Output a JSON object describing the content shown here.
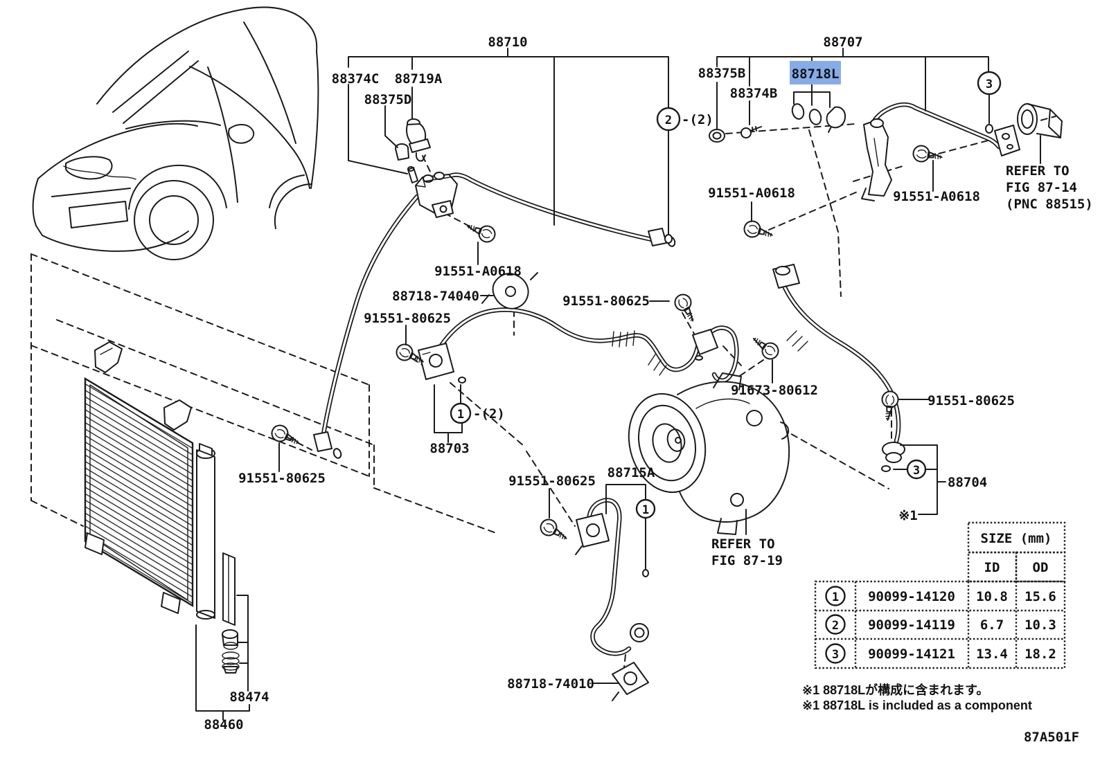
{
  "doc_code": "87A501F",
  "highlight": {
    "bg": "#85ace8",
    "fg": "#173572"
  },
  "notes": {
    "jp": "※1 88718Lが構成に含まれます。",
    "en": "※1 88718L is included as a component"
  },
  "labels": {
    "p88710": "88710",
    "p88374C": "88374C",
    "p88719A": "88719A",
    "p88375D": "88375D",
    "p88707": "88707",
    "p88375B": "88375B",
    "p88374B": "88374B",
    "p88718L": "88718L",
    "p91551_A0618": "91551-A0618",
    "p91551_80625": "91551-80625",
    "p88718_74040": "88718-74040",
    "p88703": "88703",
    "p88715A": "88715A",
    "p91673_80612": "91673-80612",
    "p88704": "88704",
    "p88718_74010": "88718-74010",
    "p88474": "88474",
    "p88460": "88460"
  },
  "callouts": {
    "c1": "1",
    "c2": "2",
    "c3": "3",
    "qty2": "-(2)",
    "star1": "※1"
  },
  "references": {
    "fig8714": [
      "REFER TO",
      "FIG 87-14",
      "(PNC 88515)"
    ],
    "fig8719": [
      "REFER TO",
      "FIG 87-19"
    ]
  },
  "size_table": {
    "title": "SIZE (mm)",
    "col_id": "ID",
    "col_od": "OD",
    "rows": [
      {
        "callout": "1",
        "part": "90099-14120",
        "id": "10.8",
        "od": "15.6"
      },
      {
        "callout": "2",
        "part": "90099-14119",
        "id": "6.7",
        "od": "10.3"
      },
      {
        "callout": "3",
        "part": "90099-14121",
        "id": "13.4",
        "od": "18.2"
      }
    ]
  }
}
